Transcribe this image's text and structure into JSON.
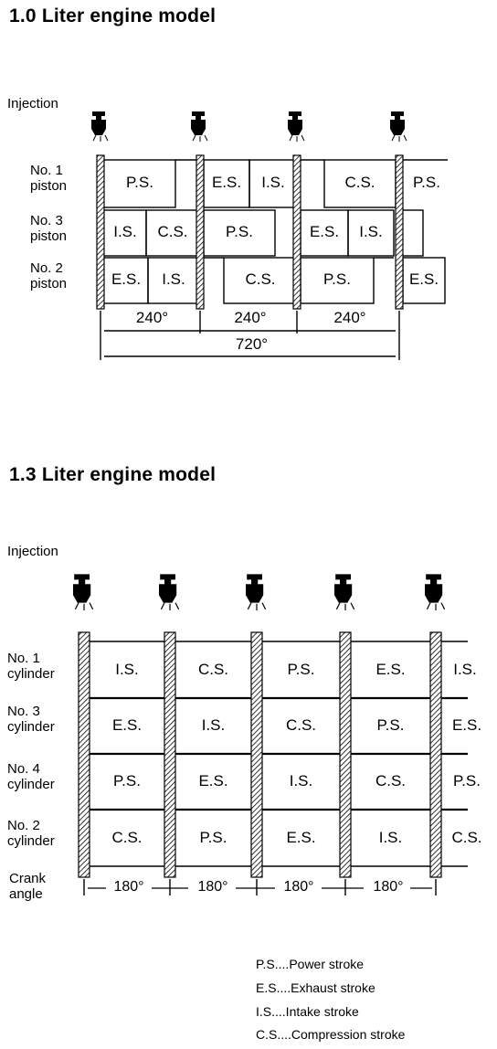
{
  "diagram_1": {
    "title": "1.0 Liter engine model",
    "injection_label": "Injection",
    "rows": [
      {
        "name": "No. 1\npiston",
        "strokes": [
          "P.S.",
          "E.S.",
          "I.S.",
          "C.S.",
          "P.S."
        ]
      },
      {
        "name": "No. 3\npiston",
        "strokes": [
          "I.S.",
          "C.S.",
          "P.S.",
          "E.S.",
          "I.S."
        ]
      },
      {
        "name": "No. 2\npiston",
        "strokes": [
          "E.S.",
          "I.S.",
          "C.S.",
          "P.S.",
          "E.S."
        ]
      }
    ],
    "angle_segments": [
      "240°",
      "240°",
      "240°"
    ],
    "angle_total": "720°"
  },
  "diagram_2": {
    "title": "1.3 Liter engine model",
    "injection_label": "Injection",
    "rows": [
      {
        "name": "No. 1\ncylinder",
        "strokes": [
          "I.S.",
          "C.S.",
          "P.S.",
          "E.S.",
          "I.S."
        ]
      },
      {
        "name": "No. 3\ncylinder",
        "strokes": [
          "E.S.",
          "I.S.",
          "C.S.",
          "P.S.",
          "E.S."
        ]
      },
      {
        "name": "No. 4\ncylinder",
        "strokes": [
          "P.S.",
          "E.S.",
          "I.S.",
          "C.S.",
          "P.S."
        ]
      },
      {
        "name": "No. 2\ncylinder",
        "strokes": [
          "C.S.",
          "P.S.",
          "E.S.",
          "I.S.",
          "C.S."
        ]
      }
    ],
    "crank_label": "Crank\nangle",
    "angle_segments": [
      "180°",
      "180°",
      "180°",
      "180°"
    ]
  },
  "legend": [
    "P.S....Power stroke",
    "E.S....Exhaust stroke",
    "I.S....Intake stroke",
    "C.S....Compression stroke"
  ]
}
